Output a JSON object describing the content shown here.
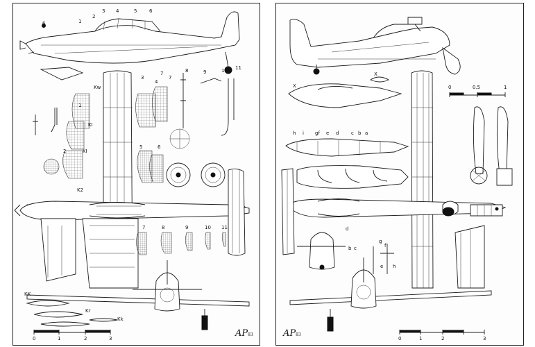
{
  "left_sheet": {
    "callouts_side": [
      "6",
      "1",
      "2",
      "3",
      "4",
      "5",
      "6"
    ],
    "callouts_detail": [
      "7",
      "8",
      "9",
      "10",
      "11"
    ],
    "section_labels_wing": [
      "Kw",
      "KI",
      "KI",
      "K2"
    ],
    "section_numbers_upper": [
      "3",
      "4",
      "7"
    ],
    "section_numbers_mid": [
      "1",
      "2",
      "5",
      "6"
    ],
    "section_numbers_lower": [
      "7",
      "8",
      "9",
      "10",
      "11"
    ],
    "profile_labels": [
      "KK",
      "Kr",
      "Kk"
    ],
    "scale_ticks": [
      "0",
      "1",
      "2",
      "3"
    ],
    "signature": "AP",
    "signature_year": "83"
  },
  "right_sheet": {
    "callout_x": "X",
    "callout_x_plan": "X",
    "station_labels": [
      "h",
      "i",
      "gf",
      "e",
      "d",
      "c",
      "b",
      "a"
    ],
    "station_labels_lower": [
      "b",
      "c",
      "d",
      "e",
      "f",
      "g",
      "h"
    ],
    "scale_ticks_top": [
      "0",
      "0.5",
      "1"
    ],
    "scale_ticks_bottom": [
      "0",
      "1",
      "2",
      "3"
    ],
    "signature": "AP",
    "signature_year": "83"
  }
}
